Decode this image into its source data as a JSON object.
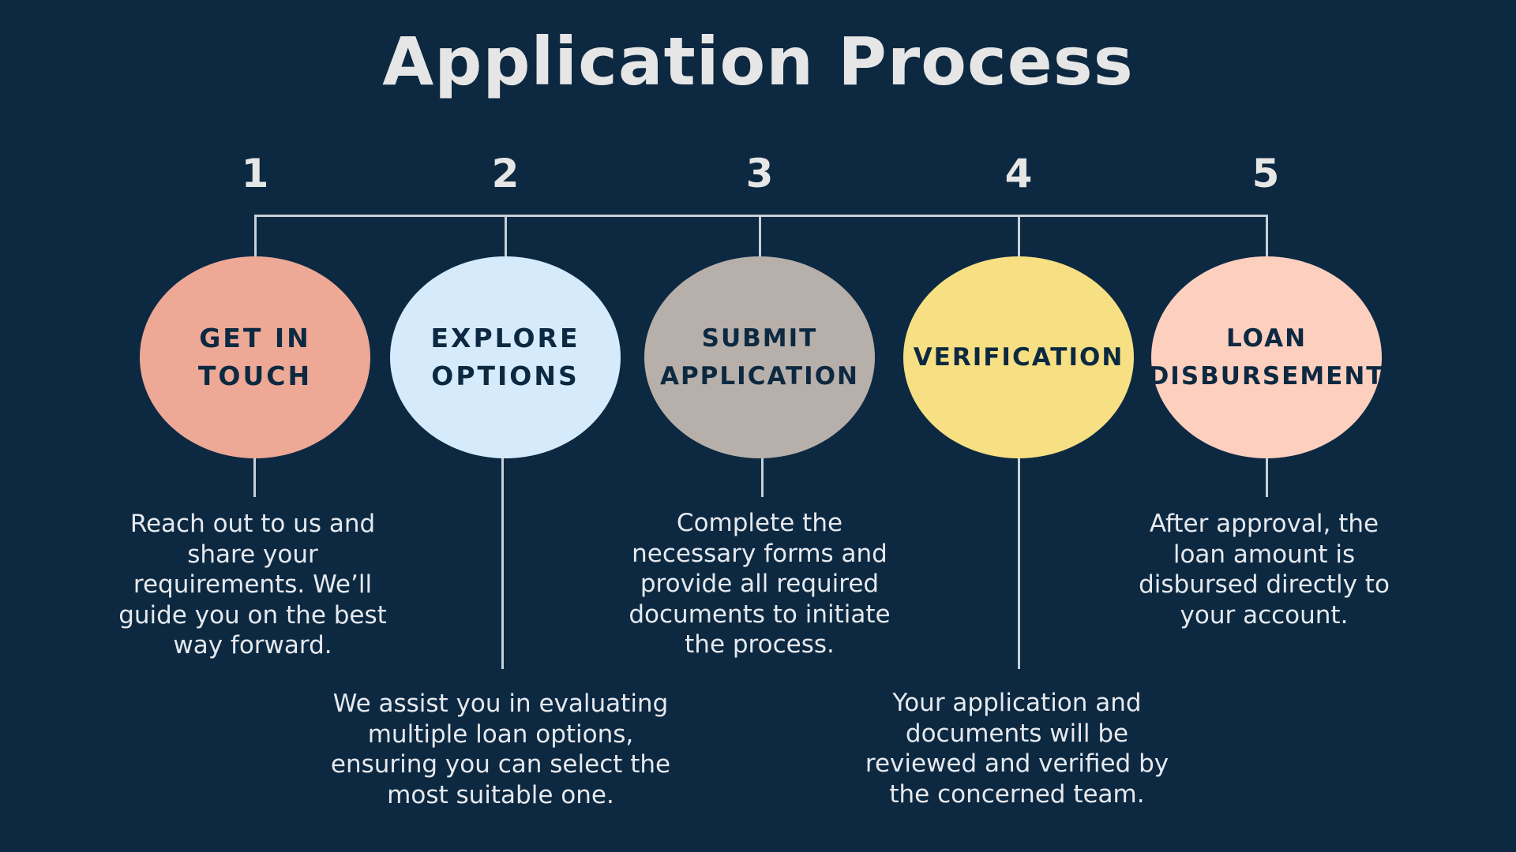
{
  "title": "Application Process",
  "colors": {
    "background": "#0d2941",
    "text": "#e6e9ee",
    "connector": "#c8d0d8",
    "label_text": "#0d2941"
  },
  "steps": [
    {
      "number": "1",
      "label": "GET IN\nTOUCH",
      "color": "#eda996",
      "description": "Reach out to us and\nshare your\nrequirements. We’ll\nguide you on the best\nway forward."
    },
    {
      "number": "2",
      "label": "EXPLORE\nOPTIONS",
      "color": "#d5ebfc",
      "description": "We assist you in evaluating\nmultiple loan options,\nensuring you can select the\nmost suitable one."
    },
    {
      "number": "3",
      "label": "SUBMIT\nAPPLICATION",
      "color": "#b7afaa",
      "description": "Complete the\nnecessary forms and\nprovide all required\ndocuments to initiate\nthe process."
    },
    {
      "number": "4",
      "label": "VERIFICATION",
      "color": "#f7e083",
      "description": "Your application and\ndocuments will be\nreviewed and verified by\nthe concerned team."
    },
    {
      "number": "5",
      "label": "LOAN\nDISBURSEMENT",
      "color": "#fccfbf",
      "description": "After approval, the\nloan amount is\ndisbursed directly to\nyour account."
    }
  ]
}
